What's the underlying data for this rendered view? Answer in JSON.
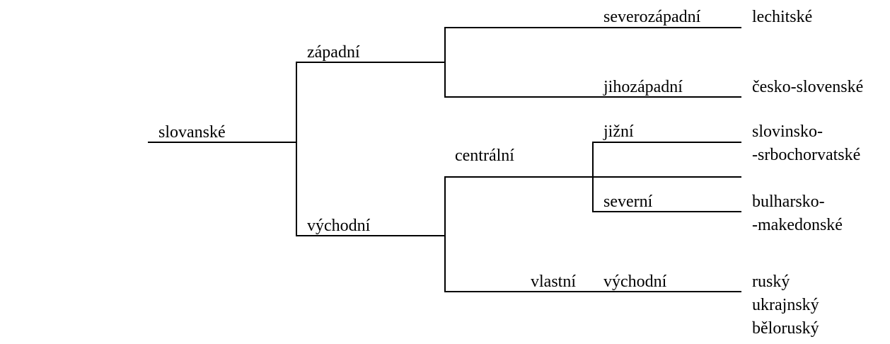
{
  "tree": {
    "root": "slovanské",
    "level1": {
      "west": "západní",
      "east": "východní"
    },
    "level2": {
      "northwest": "severozápadní",
      "southwest": "jihozápadní",
      "central": "centrální",
      "proper": "vlastní",
      "south": "jižní",
      "north": "severní",
      "eastern": "východní"
    },
    "leaves": {
      "lechitic": "lechitské",
      "czechoslovak": "česko-slovenské",
      "slovene_serbocroatian": [
        "slovinsko-",
        "-srbochorvatské"
      ],
      "bulgarian_macedonian": [
        "bulharsko-",
        "-makedonské"
      ],
      "east_slavic": [
        "ruský",
        "ukrajnský",
        "běloruský"
      ]
    }
  },
  "colors": {
    "line": "#000000",
    "text": "#000000",
    "background": "#ffffff"
  }
}
